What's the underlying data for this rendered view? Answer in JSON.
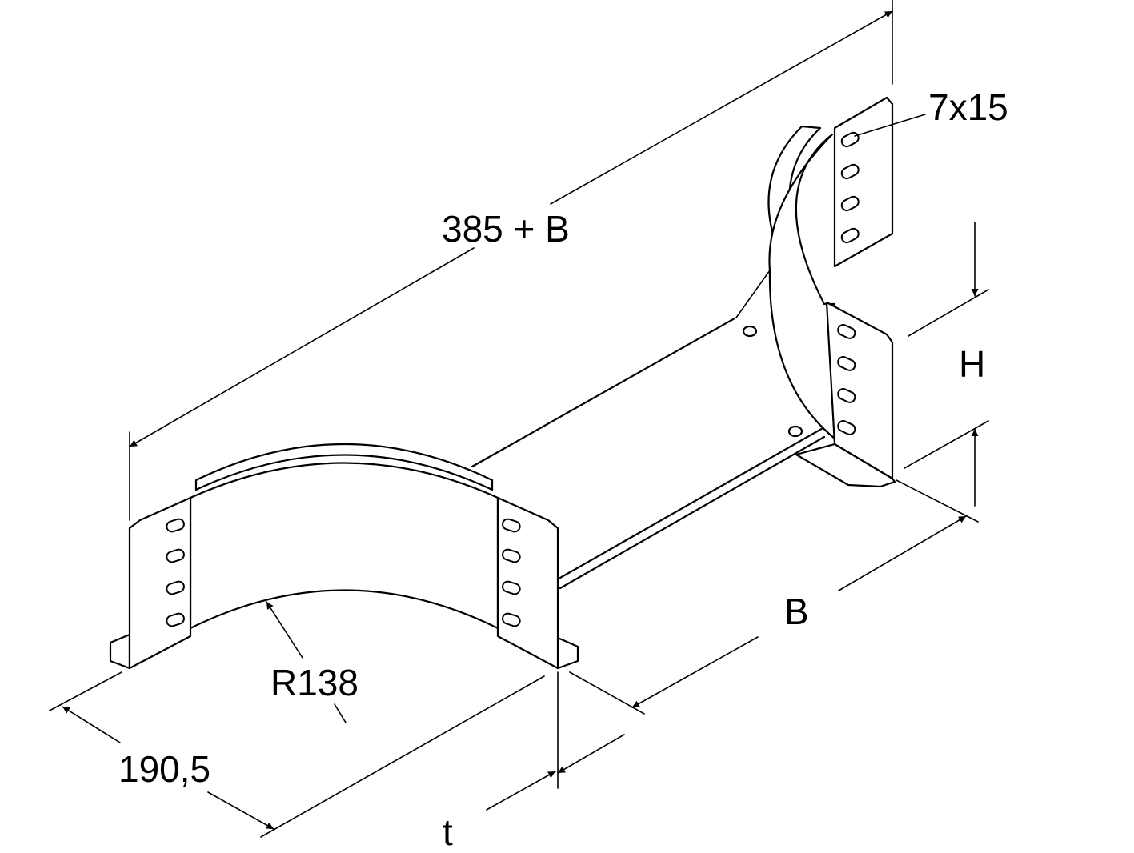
{
  "labels": {
    "length": "385 + B",
    "slot": "7x15",
    "height": "H",
    "width": "B",
    "radius": "R138",
    "depth": "190,5",
    "thickness": "t"
  },
  "colors": {
    "line": "#000000",
    "background": "#ffffff"
  }
}
